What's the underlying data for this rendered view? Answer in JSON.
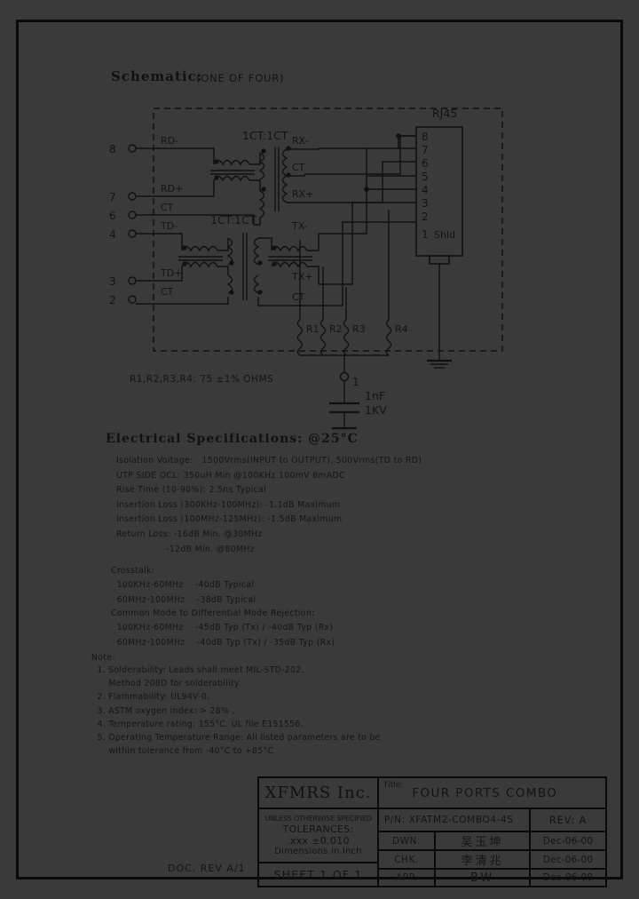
{
  "schematic": {
    "heading_main": "Schematic:",
    "heading_sub": "(ONE OF FOUR)",
    "left_pins": [
      "8",
      "7",
      "6",
      "4",
      "3",
      "2"
    ],
    "left_signal_labels": [
      "RD-",
      "RD+",
      "CT",
      "TD-",
      "TD+",
      "CT"
    ],
    "transformer_ratio_top": "1CT:1CT",
    "transformer_ratio_bottom": "1CT:1CT",
    "right_signal_labels": [
      "RX-",
      "CT",
      "RX+",
      "TX-",
      "TX+",
      "CT"
    ],
    "connector_title": "RJ45",
    "connector_pins": [
      "8",
      "7",
      "6",
      "5",
      "4",
      "3",
      "2",
      "1"
    ],
    "connector_shield_label": "Shld",
    "resistors": [
      "R1",
      "R2",
      "R3",
      "R4"
    ],
    "resistor_note": "R1,R2,R3,R4: 75 ±1% OHMS",
    "cap_pin_label": "1",
    "cap_value": "1nF",
    "cap_rating": "1KV"
  },
  "electrical": {
    "heading": "Electrical   Specifications: @25°C",
    "lines": [
      "Isolation Voltage:   1500Vrms(INPUT to OUTPUT), 500Vrms(TD to RD)",
      "UTP SIDE OCL: 350uH Min @100KHz 100mV 8mADC",
      "Rise Time (10-90%): 2.5ns Typical",
      "Insertion Loss (300KHz-100MHz): -1.1dB Maximum",
      "Insertion Loss (100MHz-125MHz): -1.5dB Maximum",
      "Return Loss: -16dB Min. @30MHz",
      "                 -12dB Min. @80MHz"
    ],
    "crosstalk_heading": "Crosstalk:",
    "crosstalk_lines": [
      "  100KHz-60MHz    -40dB Typical",
      "  60MHz-100MHz    -38dB Typical"
    ],
    "cmrr_heading": "Common Mode to Differential Mode Rejection:",
    "cmrr_lines": [
      "  100KHz-60MHz    -45dB Typ (Tx) / -40dB Typ (Rx)",
      "  60MHz-100MHz    -40dB Typ (Tx) / -35dB Typ (Rx)"
    ]
  },
  "notes": {
    "heading": "Note:",
    "items": [
      "  1. Solderability: Leads shall meet MIL-STD-202,",
      "      Method 208D for solderability.",
      "  2. Flammability: UL94V-0,",
      "  3. ASTM oxygen index: > 28% ,",
      "  4. Temperature rating: 155°C. UL file E151556.",
      "  5. Operating Temperature Range: All listed parameters are to be",
      "      within tolerance from -40°C to +85°C"
    ]
  },
  "titleblock": {
    "company": "XFMRS Inc.",
    "unless_specified": "UNLESS OTHERWISE SPECIFIED",
    "tolerances_label": "TOLERANCES:",
    "tolerance_value": ".xxx ±0.010",
    "dimensions": "Dimensions in Inch",
    "sheet": "SHEET 1 OF 1",
    "title_key": "Title:",
    "title_value": "FOUR PORTS COMBO",
    "pn": "P/N: XFATM2-COMBO4-4S",
    "rev": "REV: A",
    "rows": [
      {
        "role": "DWN.",
        "name": "吴玉坤",
        "date": "Dec-06-00"
      },
      {
        "role": "CHK.",
        "name": "李清兆",
        "date": "Dec-06-00"
      },
      {
        "role": "APP.",
        "name": "BW",
        "date": "Dec-06-00"
      }
    ],
    "doc_rev": "DOC. REV A/1"
  }
}
